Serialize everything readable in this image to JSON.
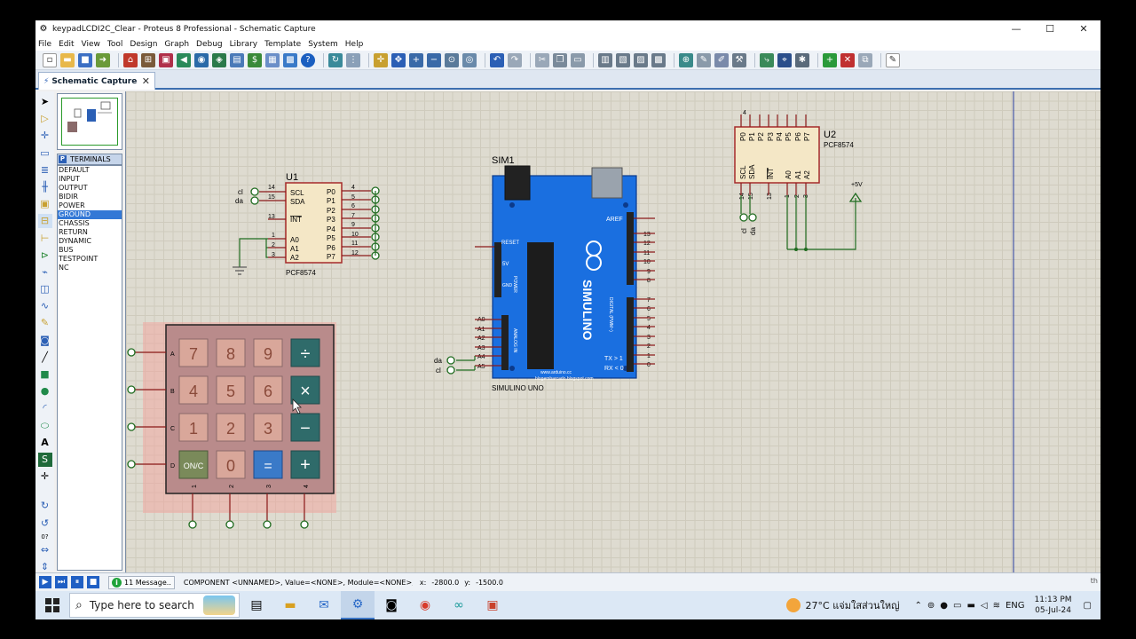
{
  "window": {
    "title": "keypadLCDI2C_Clear - Proteus 8 Professional - Schematic Capture",
    "minimize": "—",
    "maximize": "☐",
    "close": "✕"
  },
  "menu": [
    "File",
    "Edit",
    "View",
    "Tool",
    "Design",
    "Graph",
    "Debug",
    "Library",
    "Template",
    "System",
    "Help"
  ],
  "tab": {
    "label": "Schematic Capture",
    "close": "✕"
  },
  "terminals": {
    "header": "TERMINALS",
    "items": [
      "DEFAULT",
      "INPUT",
      "OUTPUT",
      "BIDIR",
      "POWER",
      "GROUND",
      "CHASSIS",
      "RETURN",
      "DYNAMIC",
      "BUS",
      "TESTPOINT",
      "NC"
    ],
    "selected": "GROUND"
  },
  "tool_rotation": "0?",
  "schematic": {
    "u1": {
      "ref": "U1",
      "part": "PCF8574",
      "pins_left": [
        "SCL",
        "SDA",
        "INT",
        "A0",
        "A1",
        "A2"
      ],
      "pins_right": [
        "P0",
        "P1",
        "P2",
        "P3",
        "P4",
        "P5",
        "P6",
        "P7"
      ],
      "left_nums": [
        "14",
        "15",
        "13",
        "1",
        "2",
        "3"
      ],
      "right_nums": [
        "4",
        "5",
        "6",
        "7",
        "9",
        "10",
        "11",
        "12"
      ],
      "net_cl": "cl",
      "net_da": "da"
    },
    "u2": {
      "ref": "U2",
      "part": "PCF8574",
      "top_pins": [
        "P0",
        "P1",
        "P2",
        "P3",
        "P4",
        "P5",
        "P6",
        "P7"
      ],
      "bottom_pins": [
        "SCL",
        "SDA",
        "INT",
        "A0",
        "A1",
        "A2"
      ],
      "bottom_nums": [
        "14",
        "15",
        "13",
        "1",
        "2",
        "3"
      ],
      "top_num": "4",
      "power": "+5V",
      "net_cl": "cl",
      "net_da": "da"
    },
    "sim1": {
      "ref": "SIM1",
      "part": "SIMULINO UNO",
      "brand": "SIMULINO",
      "aref": "AREF",
      "reset": "RESET",
      "v5": "5V",
      "gnd": "GND",
      "analog": [
        "A0",
        "A1",
        "A2",
        "A3",
        "A4",
        "A5"
      ],
      "digital_high": [
        "13",
        "12",
        "11",
        "10",
        "9",
        "8"
      ],
      "digital_low": [
        "7",
        "6",
        "5",
        "4",
        "3",
        "2",
        "1",
        "0"
      ],
      "tx": "TX > 1",
      "rx": "RX < 0",
      "url1": "www.arduino.cc",
      "url2": "blogembarcado.blogspot.com",
      "net_da": "da",
      "net_cl": "cl",
      "pwr_label": "POWER",
      "analog_label": "ANALOG IN",
      "digital_label": "DIGITAL (PWM~)"
    },
    "keypad": {
      "rows": [
        "A",
        "B",
        "C",
        "D"
      ],
      "cols": [
        "1",
        "2",
        "3",
        "4"
      ],
      "keys": [
        [
          "7",
          "8",
          "9",
          "÷"
        ],
        [
          "4",
          "5",
          "6",
          "×"
        ],
        [
          "1",
          "2",
          "3",
          "−"
        ],
        [
          "ON/C",
          "0",
          "=",
          "+"
        ]
      ]
    }
  },
  "status": {
    "messages": "11 Message..",
    "component": "COMPONENT <UNNAMED>, Value=<NONE>, Module=<NONE>, D",
    "x_label": "x:",
    "x": "-2800.0",
    "y_label": "y:",
    "y": "-1500.0",
    "right": "th"
  },
  "taskbar": {
    "search_placeholder": "Type here to search",
    "weather": "27°C  แจ่มใสส่วนใหญ่",
    "lang": "ENG",
    "time": "11:13 PM",
    "date": "05-Jul-24"
  },
  "colors": {
    "board_blue": "#1a6fe0",
    "chip_red": "#a52a2a",
    "chip_fill": "#f4e7c6",
    "wire": "#1f6b1f",
    "pin": "#8b1a1a",
    "keypad_frame": "#b98b8b"
  }
}
